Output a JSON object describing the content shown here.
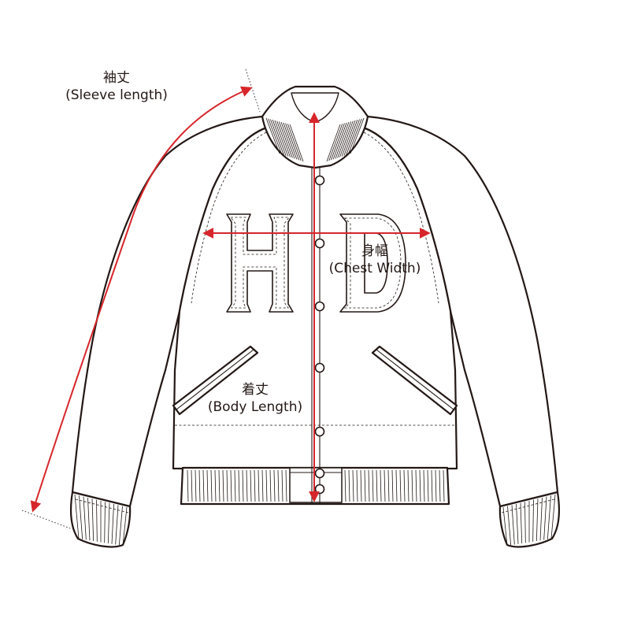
{
  "measurements": {
    "sleeve": {
      "ja": "袖丈",
      "en": "(Sleeve length)"
    },
    "chest": {
      "ja": "身幅",
      "en": "(Chest Width)"
    },
    "body": {
      "ja": "着丈",
      "en": "(Body Length)"
    }
  },
  "colors": {
    "outline": "#231815",
    "arrow": "#d7262b"
  },
  "chest_letters": "HD"
}
